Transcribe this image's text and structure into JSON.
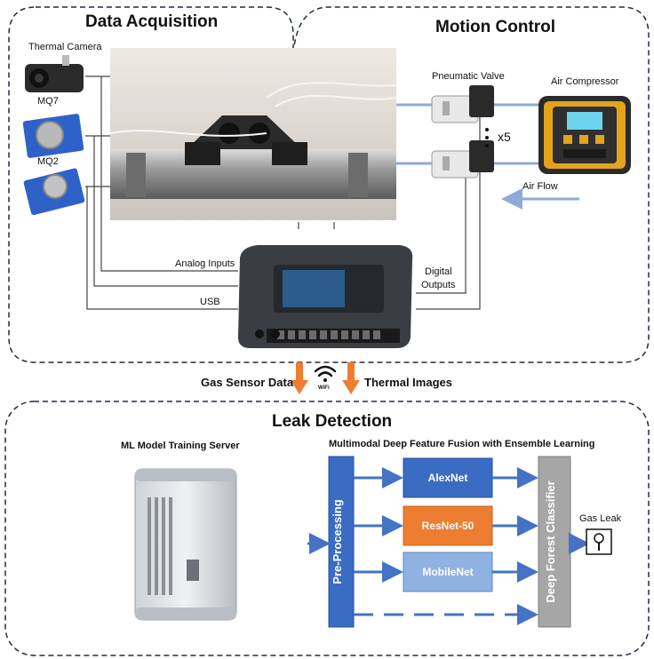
{
  "sections": {
    "data_acquisition": "Data Acquisition",
    "motion_control": "Motion Control",
    "leak_detection": "Leak Detection"
  },
  "acquisition": {
    "thermal_camera": "Thermal Camera",
    "mq7": "MQ7",
    "mq2": "MQ2",
    "analog_inputs": "Analog Inputs",
    "usb": "USB",
    "digital_outputs_line1": "Digital",
    "digital_outputs_line2": "Outputs"
  },
  "motion": {
    "pneumatic_valve": "Pneumatic Valve",
    "air_compressor": "Air Compressor",
    "multiplier": "x5",
    "air_flow": "Air Flow"
  },
  "transfer": {
    "gas_sensor_data": "Gas Sensor Data",
    "thermal_images": "Thermal Images",
    "wifi": "WiFi"
  },
  "detection": {
    "server_title": "ML Model Training Server",
    "fusion_title": "Multimodal Deep Feature Fusion with Ensemble Learning",
    "preprocessing": "Pre-Processing",
    "alexnet": "AlexNet",
    "resnet": "ResNet-50",
    "mobilenet": "MobileNet",
    "classifier": "Deep Forest Classifier",
    "gas_leak": "Gas Leak"
  },
  "colors": {
    "border": "#1f2a44",
    "blue_box": "#3b6cc4",
    "orange_box": "#ed7d31",
    "light_blue_box": "#8fb2e3",
    "gray_box": "#a6a6a6",
    "arrow_blue": "#4472c4",
    "arrow_orange": "#ed7d31",
    "pipe_blue": "#8eaadb"
  }
}
